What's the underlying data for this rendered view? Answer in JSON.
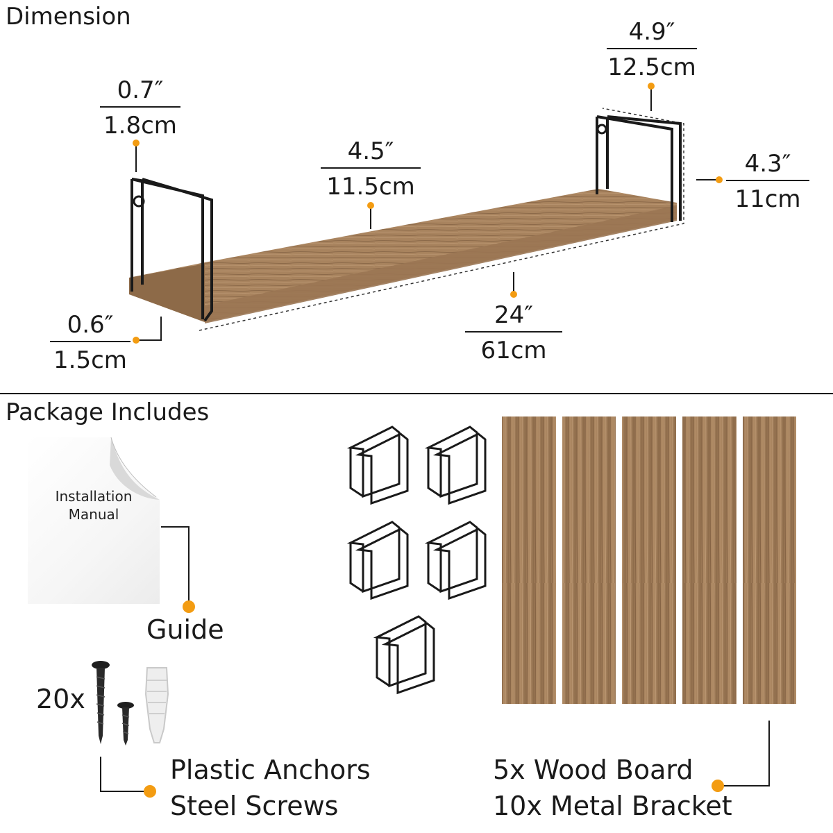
{
  "sections": {
    "dimension_title": "Dimension",
    "package_title": "Package Includes"
  },
  "dimensions": {
    "bracket_thickness": {
      "imperial": "0.7″",
      "metric": "1.8cm"
    },
    "bracket_width": {
      "imperial": "4.9″",
      "metric": "12.5cm"
    },
    "shelf_depth": {
      "imperial": "4.5″",
      "metric": "11.5cm"
    },
    "bracket_height": {
      "imperial": "4.3″",
      "metric": "11cm"
    },
    "board_thickness": {
      "imperial": "0.6″",
      "metric": "1.5cm"
    },
    "shelf_length": {
      "imperial": "24″",
      "metric": "61cm"
    }
  },
  "package": {
    "manual_line1": "Installation",
    "manual_line2": "Manual",
    "guide_label": "Guide",
    "hardware_count": "20x",
    "anchors_label": "Plastic Anchors",
    "screws_label": "Steel Screws",
    "boards_label": "5x Wood Board",
    "brackets_label": "10x Metal Bracket"
  },
  "colors": {
    "accent": "#f39c12",
    "wood": "#a07a55",
    "metal": "#1a1a1a"
  }
}
